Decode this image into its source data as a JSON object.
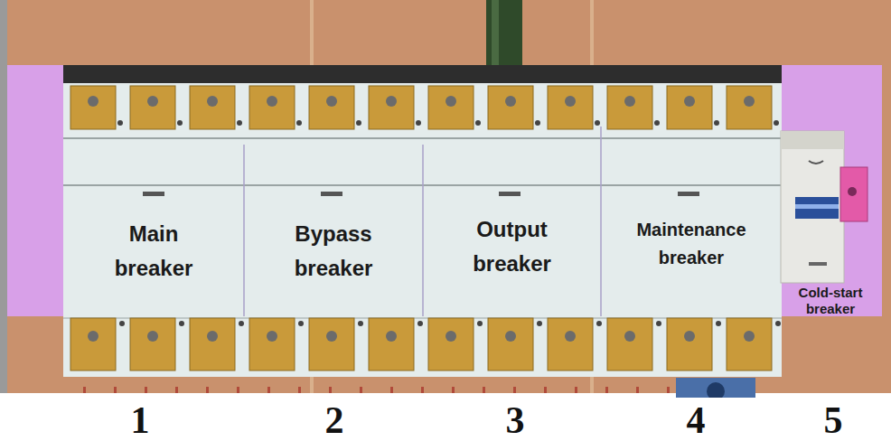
{
  "diagram": {
    "nodes": [
      {
        "text": [
          "Main breaker"
        ]
      },
      {
        "text": [
          "Bypass breaker"
        ]
      },
      {
        "text": [
          "Output breaker"
        ]
      },
      {
        "text": [
          "Maintenance breaker"
        ]
      },
      {
        "text": [
          "Cold-start breaker"
        ]
      }
    ],
    "labels": [
      "1",
      "2",
      "3",
      "4",
      "5"
    ]
  }
}
